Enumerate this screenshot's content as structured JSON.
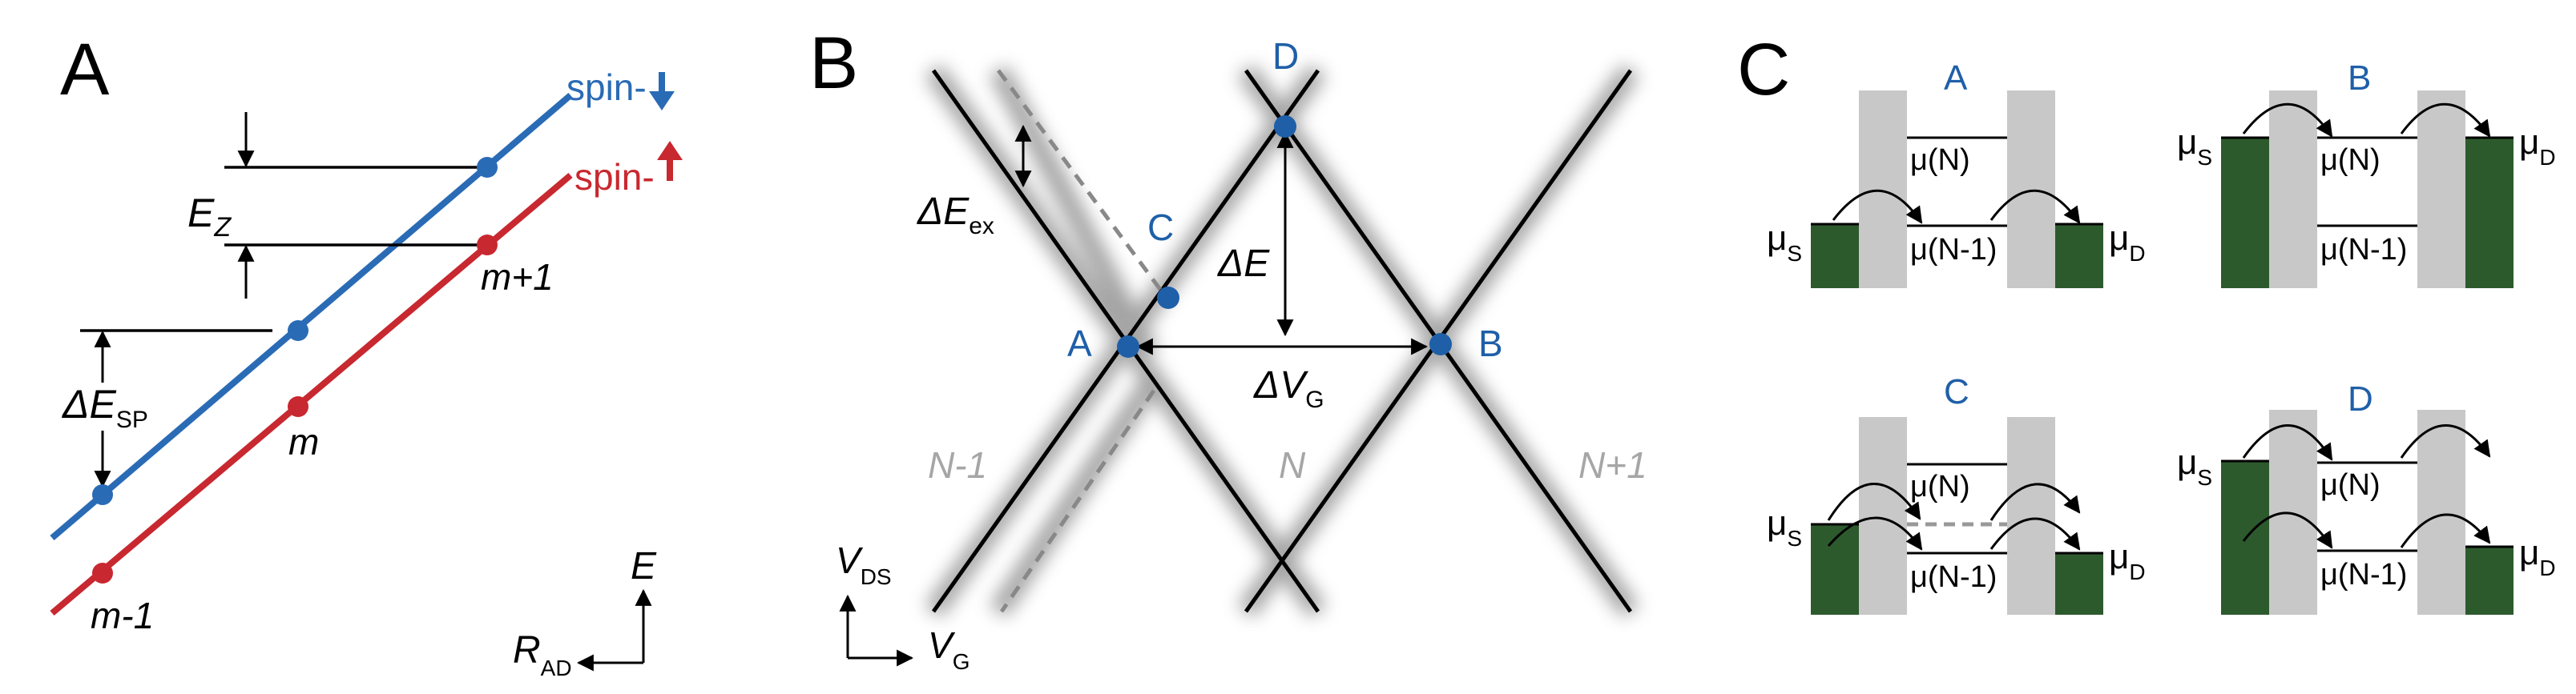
{
  "panel_a": {
    "label": "A",
    "spin_down_label": "spin-",
    "spin_up_label": "spin-",
    "ez_main": "E",
    "ez_sub": "Z",
    "esp_delta": "ΔE",
    "esp_sub": "SP",
    "m_plus_1": "m+1",
    "m": "m",
    "m_minus_1": "m-1",
    "axis_y": "E",
    "axis_x_main": "R",
    "axis_x_sub": "AD",
    "colors": {
      "spin_down": "#2a6bb5",
      "spin_up": "#c8282f"
    }
  },
  "panel_b": {
    "label": "B",
    "point_a": "A",
    "point_b": "B",
    "point_c": "C",
    "point_d": "D",
    "eex_delta": "ΔE",
    "eex_sub": "ex",
    "de_label": "ΔE",
    "dvg_main": "ΔV",
    "dvg_sub": "G",
    "region_left": "N-1",
    "region_mid": "N",
    "region_right": "N+1",
    "axis_y_main": "V",
    "axis_y_sub": "DS",
    "axis_x_main": "V",
    "axis_x_sub": "G",
    "colors": {
      "point": "#1f5fa8",
      "label": "#1f5fa8"
    }
  },
  "panel_c": {
    "label": "C",
    "sub_a": "A",
    "sub_b": "B",
    "sub_c": "C",
    "sub_d": "D",
    "mu": "μ",
    "mu_s_sub": "S",
    "mu_d_sub": "D",
    "level_n": "μ(N)",
    "level_n_minus_1": "μ(N-1)",
    "colors": {
      "reservoir": "#2d5a2d",
      "barrier": "#c8c8c8"
    }
  }
}
